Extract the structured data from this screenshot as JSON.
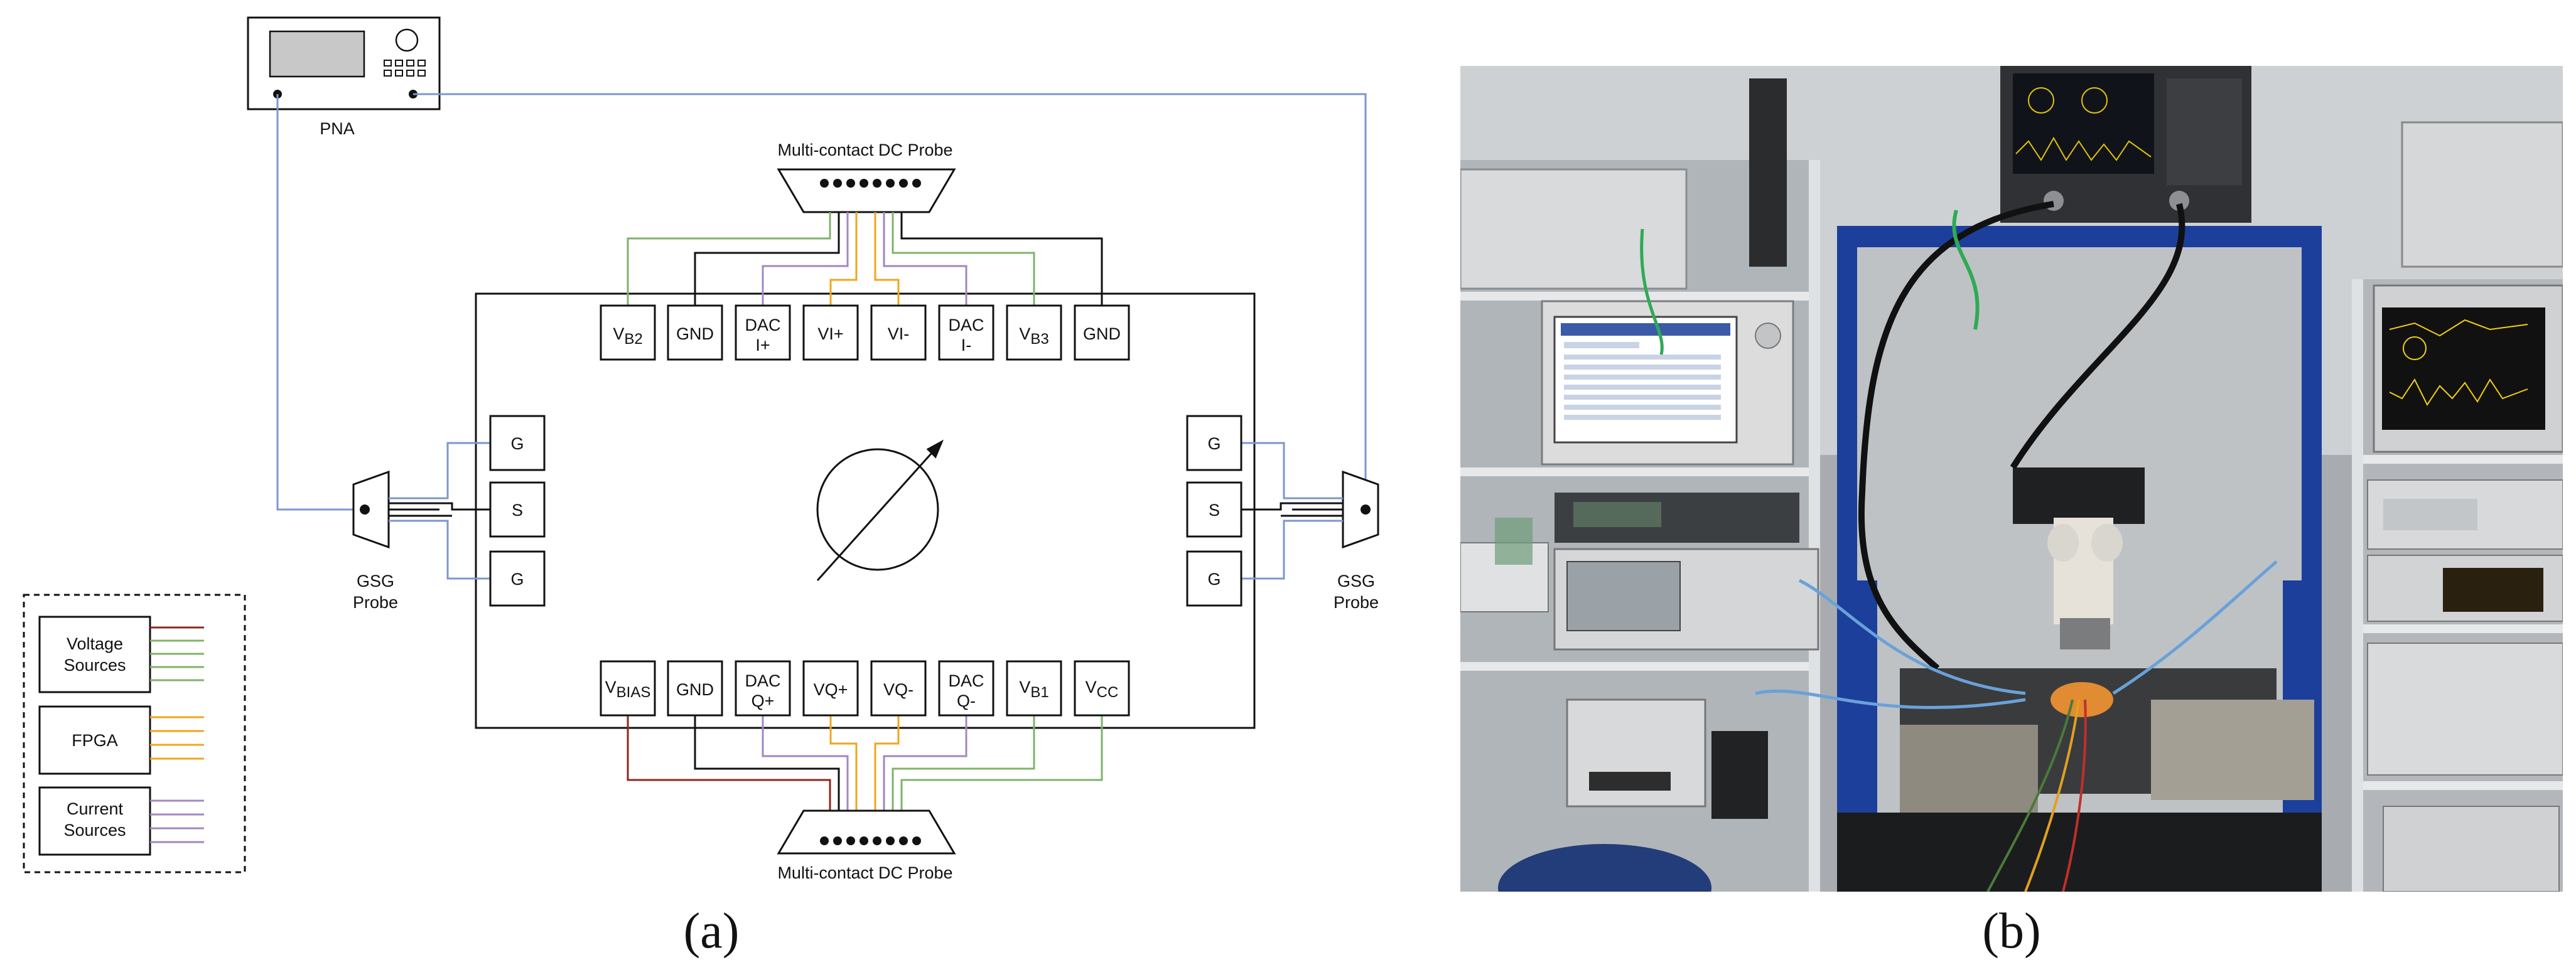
{
  "figure": {
    "panel_a_caption": "(a)",
    "panel_b_caption": "(b)"
  },
  "instruments": {
    "pna_label": "PNA",
    "dc_probe_top_label": "Multi-contact DC Probe",
    "dc_probe_bottom_label": "Multi-contact DC Probe",
    "gsg_left_label": [
      "GSG",
      "Probe"
    ],
    "gsg_right_label": [
      "GSG",
      "Probe"
    ]
  },
  "pads": {
    "top": [
      {
        "main": "V",
        "sub": "B2"
      },
      {
        "main": "GND"
      },
      {
        "main": "DAC",
        "line2": "I+"
      },
      {
        "main": "VI+"
      },
      {
        "main": "VI-"
      },
      {
        "main": "DAC",
        "line2": "I-"
      },
      {
        "main": "V",
        "sub": "B3"
      },
      {
        "main": "GND"
      }
    ],
    "bottom": [
      {
        "main": "V",
        "sub": "BIAS"
      },
      {
        "main": "GND"
      },
      {
        "main": "DAC",
        "line2": "Q+"
      },
      {
        "main": "VQ+"
      },
      {
        "main": "VQ-"
      },
      {
        "main": "DAC",
        "line2": "Q-"
      },
      {
        "main": "V",
        "sub": "B1"
      },
      {
        "main": "V",
        "sub": "CC"
      }
    ],
    "left": [
      "G",
      "S",
      "G"
    ],
    "right": [
      "G",
      "S",
      "G"
    ]
  },
  "legend": {
    "voltage_sources": [
      "Voltage",
      "Sources"
    ],
    "fpga": "FPGA",
    "current_sources": [
      "Current",
      "Sources"
    ]
  },
  "colors": {
    "rf_line": "#7b97cf",
    "voltage_dark": "#8b2a1c",
    "voltage": "#7fb36a",
    "fpga": "#f0a51e",
    "current": "#a286c6",
    "ground": "#111111"
  }
}
